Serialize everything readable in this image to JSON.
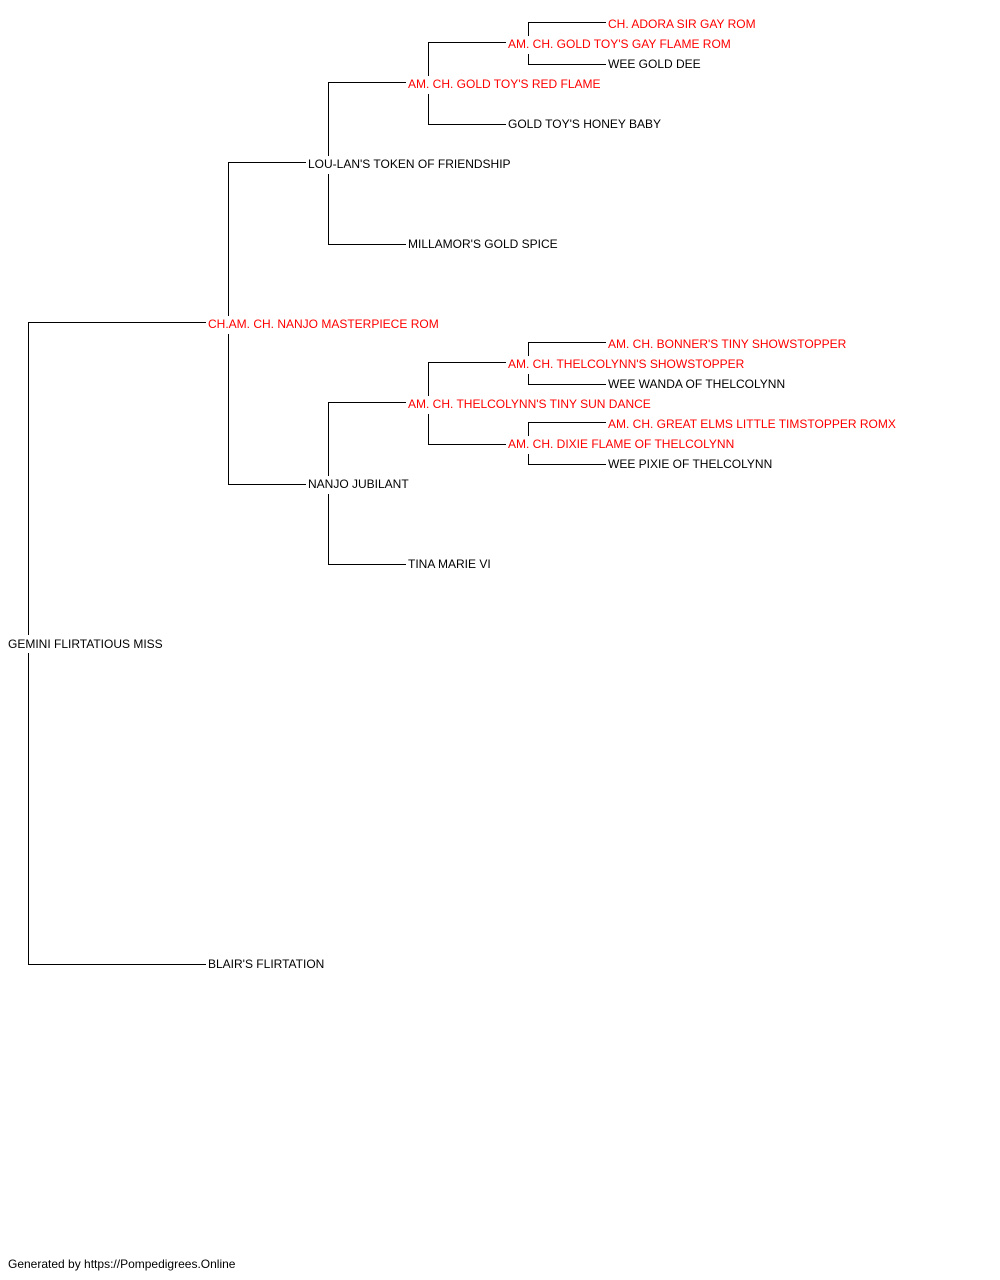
{
  "colors": {
    "champion": "#ff0000",
    "regular": "#000000",
    "lines": "#000000"
  },
  "nodes": {
    "root": {
      "name": "GEMINI FLIRTATIOUS MISS",
      "champion": false
    },
    "sire": {
      "name": "CH.AM. CH. NANJO MASTERPIECE ROM",
      "champion": true
    },
    "dam": {
      "name": "BLAIR'S FLIRTATION",
      "champion": false
    },
    "ss": {
      "name": "LOU-LAN'S TOKEN OF FRIENDSHIP",
      "champion": false
    },
    "sd": {
      "name": "NANJO JUBILANT",
      "champion": false
    },
    "sss": {
      "name": "AM. CH. GOLD TOY'S RED FLAME",
      "champion": true
    },
    "ssd": {
      "name": "MILLAMOR'S GOLD SPICE",
      "champion": false
    },
    "sds": {
      "name": "AM. CH. THELCOLYNN'S TINY SUN DANCE",
      "champion": true
    },
    "sdd": {
      "name": "TINA MARIE VI",
      "champion": false
    },
    "ssss": {
      "name": "AM. CH. GOLD TOY'S GAY FLAME ROM",
      "champion": true
    },
    "sssd": {
      "name": "GOLD TOY'S HONEY BABY",
      "champion": false
    },
    "sdss": {
      "name": "AM. CH. THELCOLYNN'S SHOWSTOPPER",
      "champion": true
    },
    "sdsd": {
      "name": "AM. CH. DIXIE FLAME OF THELCOLYNN",
      "champion": true
    },
    "sssss": {
      "name": "CH. ADORA SIR GAY ROM",
      "champion": true
    },
    "ssssd": {
      "name": "WEE GOLD DEE",
      "champion": false
    },
    "sdsss": {
      "name": "AM. CH. BONNER'S TINY SHOWSTOPPER",
      "champion": true
    },
    "sdssd": {
      "name": "WEE WANDA OF THELCOLYNN",
      "champion": false
    },
    "sdsds": {
      "name": "AM. CH. GREAT ELMS LITTLE TIMSTOPPER ROMX",
      "champion": true
    },
    "sdsdd": {
      "name": "WEE PIXIE OF THELCOLYNN",
      "champion": false
    }
  },
  "footer": "Generated by https://Pompedigrees.Online"
}
